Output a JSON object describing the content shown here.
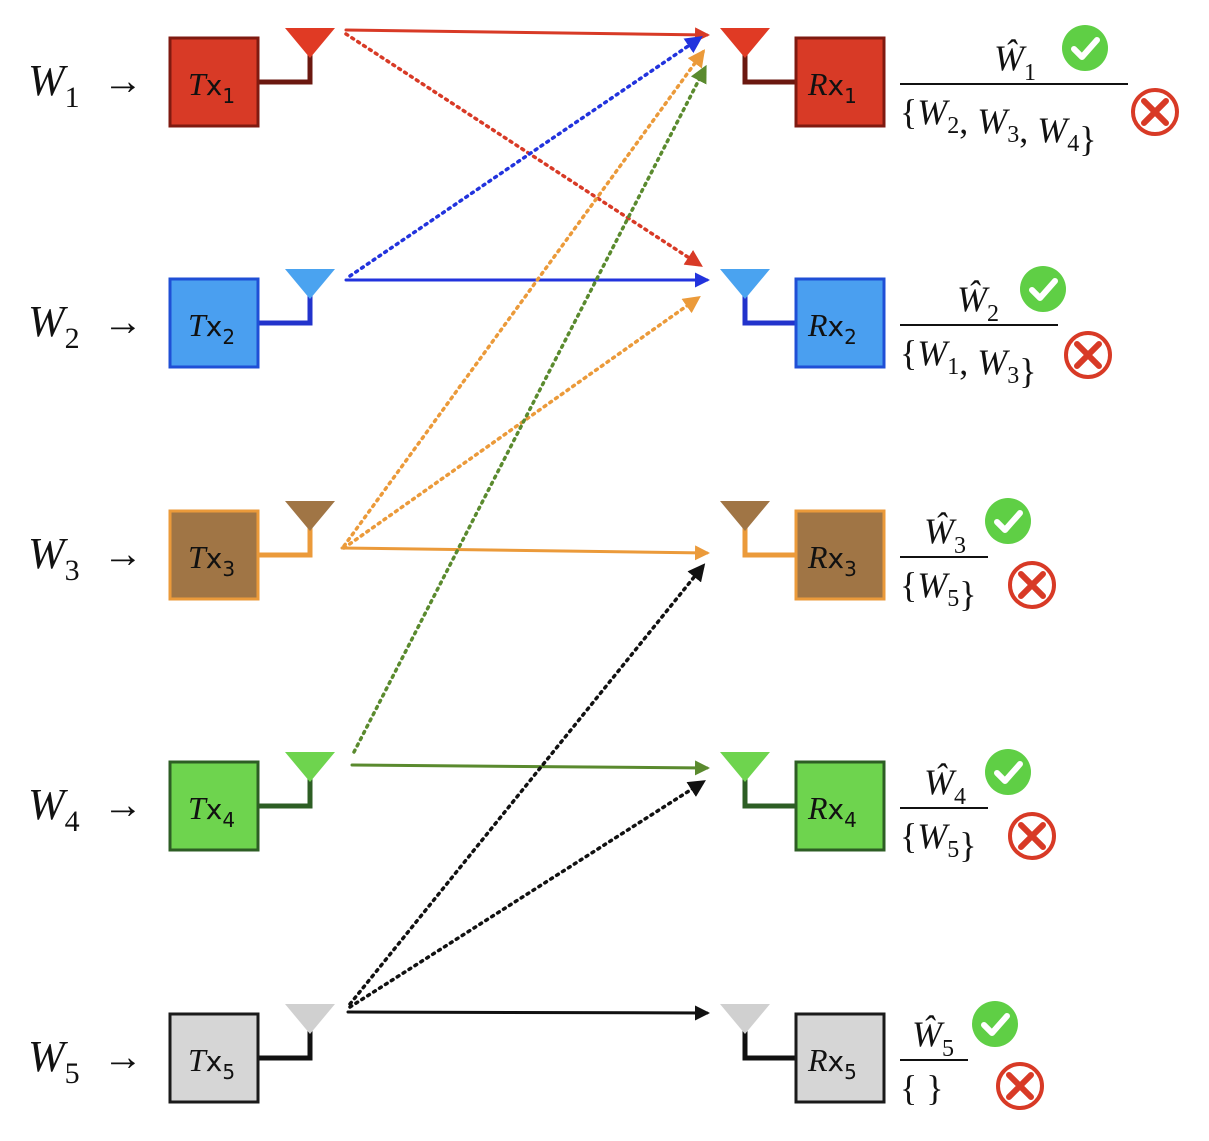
{
  "users": [
    {
      "message": "W",
      "message_sub": "1",
      "arrow": "→",
      "tx": {
        "main": "Tx",
        "sub": "1"
      },
      "rx": {
        "main": "Rx",
        "sub": "1"
      },
      "decoded": {
        "main": "Ŵ",
        "sub": "1"
      },
      "side_info": "{W2, W3, W4}",
      "side_info_parts": [
        {
          "type": "text",
          "v": "{"
        },
        {
          "type": "var",
          "main": "W",
          "sub": "2"
        },
        {
          "type": "text",
          "v": ", "
        },
        {
          "type": "var",
          "main": "W",
          "sub": "3"
        },
        {
          "type": "text",
          "v": ", "
        },
        {
          "type": "var",
          "main": "W",
          "sub": "4"
        },
        {
          "type": "text",
          "v": "}"
        }
      ],
      "fill": "#d83a26",
      "stroke": "#7f1a10",
      "antenna": "#e03a24",
      "link": "#6b1810"
    },
    {
      "message": "W",
      "message_sub": "2",
      "arrow": "→",
      "tx": {
        "main": "Tx",
        "sub": "2"
      },
      "rx": {
        "main": "Rx",
        "sub": "2"
      },
      "decoded": {
        "main": "Ŵ",
        "sub": "2"
      },
      "side_info": "{W1, W3}",
      "side_info_parts": [
        {
          "type": "text",
          "v": "{"
        },
        {
          "type": "var",
          "main": "W",
          "sub": "1"
        },
        {
          "type": "text",
          "v": ", "
        },
        {
          "type": "var",
          "main": "W",
          "sub": "3"
        },
        {
          "type": "text",
          "v": "}"
        }
      ],
      "fill": "#4a9ff0",
      "stroke": "#1f4fd6",
      "antenna": "#4aa3f0",
      "link": "#2233cc"
    },
    {
      "message": "W",
      "message_sub": "3",
      "arrow": "→",
      "tx": {
        "main": "Tx",
        "sub": "3"
      },
      "rx": {
        "main": "Rx",
        "sub": "3"
      },
      "decoded": {
        "main": "Ŵ",
        "sub": "3"
      },
      "side_info": "{W5}",
      "side_info_parts": [
        {
          "type": "text",
          "v": "{"
        },
        {
          "type": "var",
          "main": "W",
          "sub": "5"
        },
        {
          "type": "text",
          "v": "}"
        }
      ],
      "fill": "#a07545",
      "stroke": "#eb9a3a",
      "antenna": "#a07545",
      "link": "#eb9a3a"
    },
    {
      "message": "W",
      "message_sub": "4",
      "arrow": "→",
      "tx": {
        "main": "Tx",
        "sub": "4"
      },
      "rx": {
        "main": "Rx",
        "sub": "4"
      },
      "decoded": {
        "main": "Ŵ",
        "sub": "4"
      },
      "side_info": "{W5}",
      "side_info_parts": [
        {
          "type": "text",
          "v": "{"
        },
        {
          "type": "var",
          "main": "W",
          "sub": "5"
        },
        {
          "type": "text",
          "v": "}"
        }
      ],
      "fill": "#6ed44e",
      "stroke": "#2d5e24",
      "antenna": "#6ed44e",
      "link": "#2d5e24"
    },
    {
      "message": "W",
      "message_sub": "5",
      "arrow": "→",
      "tx": {
        "main": "Tx",
        "sub": "5"
      },
      "rx": {
        "main": "Rx",
        "sub": "5"
      },
      "decoded": {
        "main": "Ŵ",
        "sub": "5"
      },
      "side_info": "{ }",
      "side_info_parts": [
        {
          "type": "text",
          "v": "{ }"
        }
      ],
      "fill": "#d6d6d6",
      "stroke": "#1a1a1a",
      "antenna": "#d0d0d0",
      "link": "#111111"
    }
  ],
  "links": [
    {
      "from": 1,
      "to": 1,
      "style": "solid",
      "color": "#d83a26"
    },
    {
      "from": 1,
      "to": 2,
      "style": "dotted",
      "color": "#d83a26"
    },
    {
      "from": 2,
      "to": 1,
      "style": "dotted",
      "color": "#2233dd"
    },
    {
      "from": 2,
      "to": 2,
      "style": "solid",
      "color": "#2233dd"
    },
    {
      "from": 3,
      "to": 1,
      "style": "dotted",
      "color": "#eb9a3a"
    },
    {
      "from": 3,
      "to": 2,
      "style": "dotted",
      "color": "#eb9a3a"
    },
    {
      "from": 3,
      "to": 3,
      "style": "solid",
      "color": "#eb9a3a"
    },
    {
      "from": 4,
      "to": 1,
      "style": "dotted",
      "color": "#5a8a2e"
    },
    {
      "from": 4,
      "to": 4,
      "style": "solid",
      "color": "#5a8a2e"
    },
    {
      "from": 5,
      "to": 3,
      "style": "dotted",
      "color": "#111111"
    },
    {
      "from": 5,
      "to": 4,
      "style": "dotted",
      "color": "#111111"
    },
    {
      "from": 5,
      "to": 5,
      "style": "solid",
      "color": "#111111"
    }
  ],
  "status_icons": {
    "success": "check-icon",
    "failure": "cross-icon",
    "success_color": "#5fcf45",
    "failure_color": "#d83a26"
  }
}
